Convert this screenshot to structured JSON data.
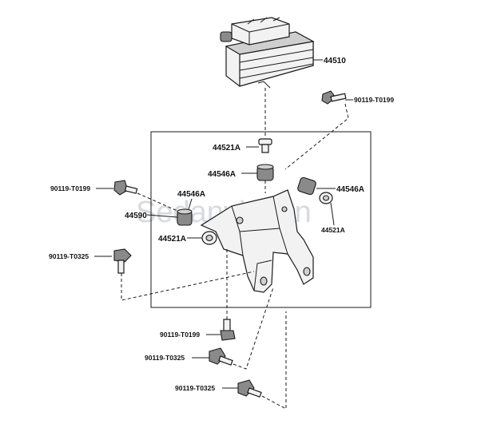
{
  "watermark": "Sedanviet.vn",
  "parts": {
    "actuator": "44510",
    "bolt_top_right": "90119-T0199",
    "bolt_left": "90119-T0199",
    "bolt_left_lower": "90119-T0325",
    "bolt_bottom_1": "90119-T0199",
    "bolt_bottom_2": "90119-T0325",
    "bolt_bottom_3": "90119-T0325",
    "stud_center": "44521A",
    "cushion_center": "44546A",
    "cushion_left": "44546A",
    "cushion_right": "44546A",
    "collar_left": "44521A",
    "collar_right": "44521A",
    "bracket": "44590"
  }
}
